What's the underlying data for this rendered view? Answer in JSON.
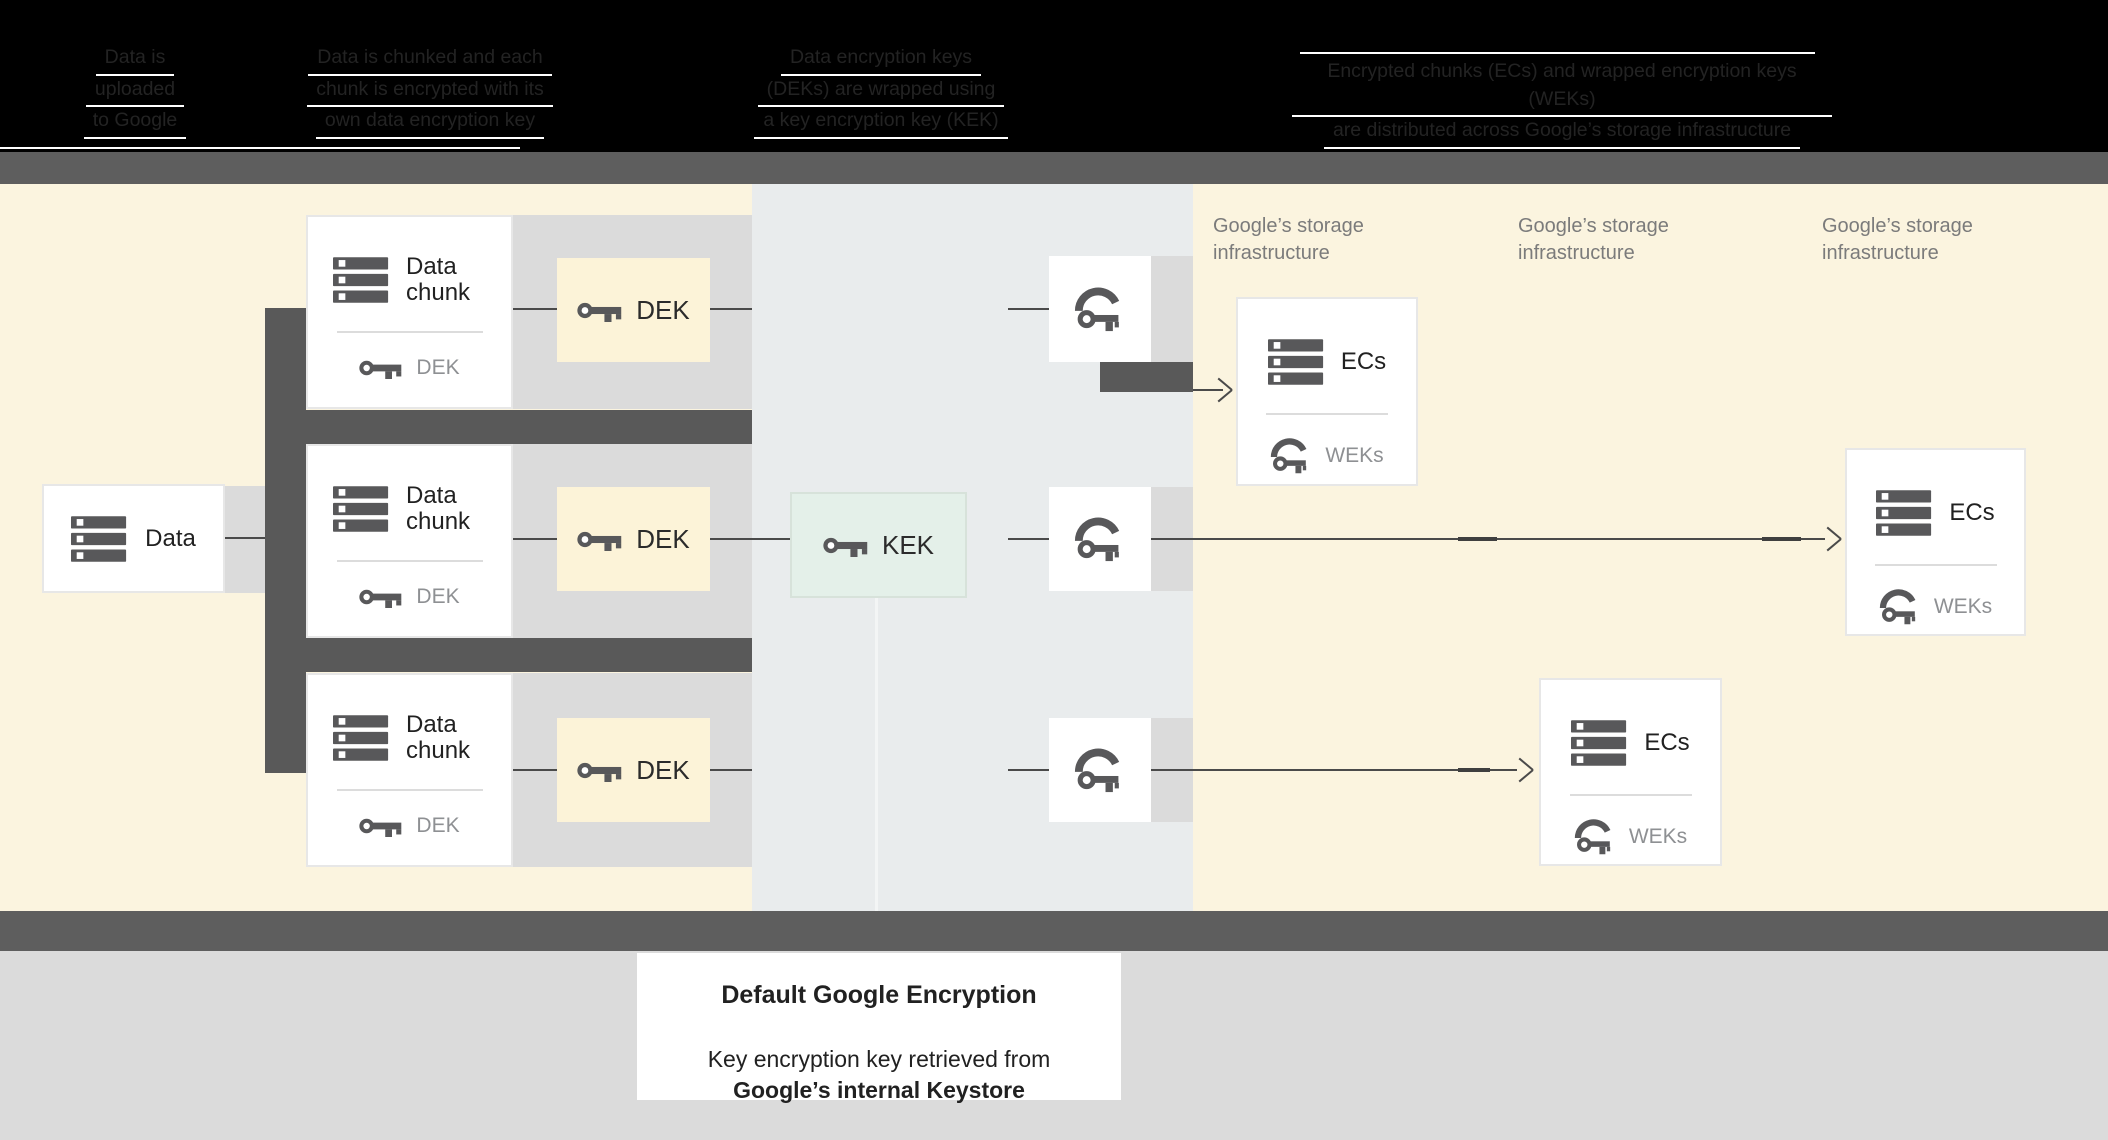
{
  "header": {
    "columns": [
      {
        "lines": [
          "Data is",
          "uploaded",
          "to Google"
        ]
      },
      {
        "lines": [
          "Data is chunked and each",
          "chunk is encrypted with its",
          "own data encryption key"
        ]
      },
      {
        "lines": [
          "Data encryption keys",
          "(DEKs) are wrapped using",
          "a key encryption key (KEK)"
        ]
      },
      {
        "lines": [
          "Encrypted chunks (ECs) and wrapped encryption keys (WEKs)",
          "are distributed across Google’s storage infrastructure"
        ]
      }
    ]
  },
  "labels": {
    "storage": "Google’s storage infrastructure"
  },
  "nodes": {
    "data": {
      "label": "Data"
    },
    "chunk": {
      "title": "Data chunk",
      "key_label": "DEK"
    },
    "dek": {
      "label": "DEK"
    },
    "kek": {
      "label": "KEK"
    },
    "ec": {
      "title": "ECs",
      "key_label": "WEKs"
    }
  },
  "footer": {
    "title": "Default Google Encryption",
    "line1": "Key encryption key retrieved from",
    "line2": "Google’s internal Keystore"
  },
  "icons": {
    "server": "data-server-icon",
    "key": "key-icon",
    "wrapped_key": "wrapped-key-icon"
  },
  "colors": {
    "header_bg": "#000000",
    "header_text": "#232323",
    "bar_gray": "#5E5E5E",
    "section_cream": "#FBF4DF",
    "section_bluegray": "#E9ECED",
    "band_gray": "#DBDBDB",
    "connector_dark": "#595959",
    "line": "#4A4A4A",
    "dek_box_fill": "#FCF3D8",
    "kek_box_fill": "#E4F0E9",
    "icon_gray": "#58585A",
    "muted_text": "#8E9093",
    "storage_label_text": "#7B7B7B"
  }
}
